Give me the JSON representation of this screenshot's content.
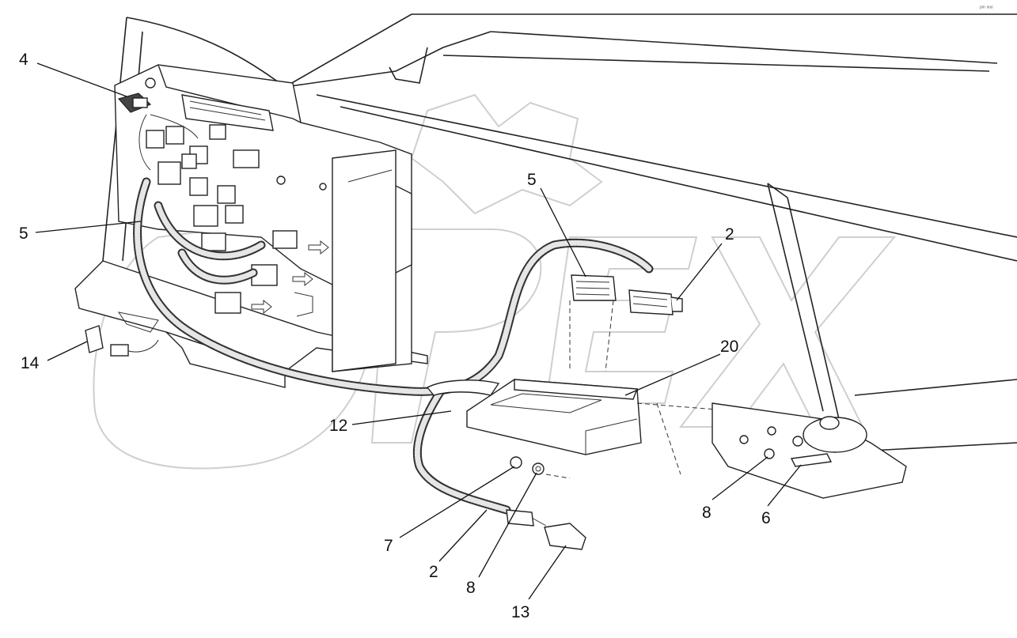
{
  "corner_mark": "ᵖᵐ ᵒᵒᵒ",
  "watermark": "OPEX",
  "callouts": [
    {
      "id": "c4",
      "text": "4"
    },
    {
      "id": "c5a",
      "text": "5"
    },
    {
      "id": "c14",
      "text": "14"
    },
    {
      "id": "c5b",
      "text": "5"
    },
    {
      "id": "c2a",
      "text": "2"
    },
    {
      "id": "c20",
      "text": "20"
    },
    {
      "id": "c12",
      "text": "12"
    },
    {
      "id": "c7",
      "text": "7"
    },
    {
      "id": "c2b",
      "text": "2"
    },
    {
      "id": "c8a",
      "text": "8"
    },
    {
      "id": "c13",
      "text": "13"
    },
    {
      "id": "c8b",
      "text": "8"
    },
    {
      "id": "c6",
      "text": "6"
    }
  ]
}
